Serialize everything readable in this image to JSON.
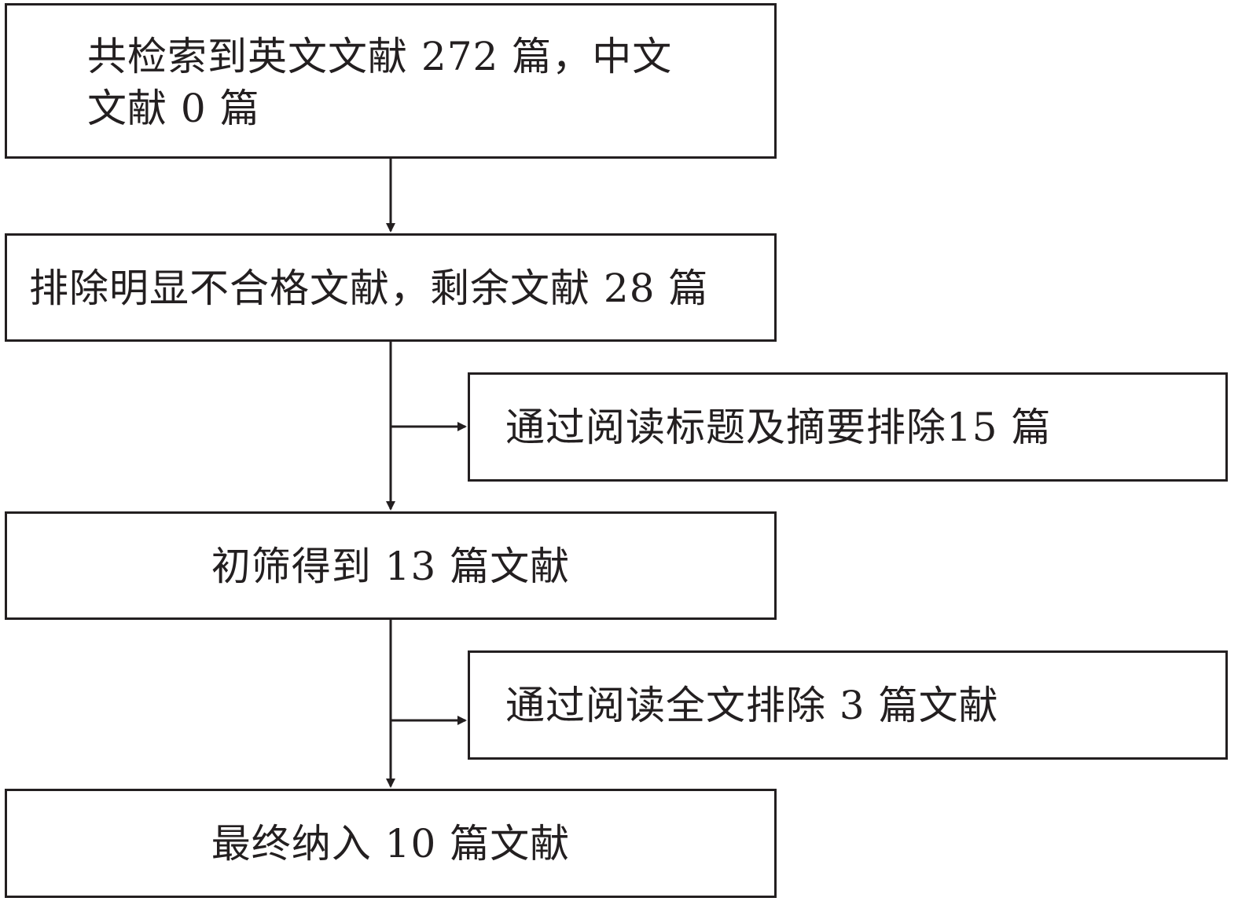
{
  "flow": {
    "step1": "共检索到英文文献 272 篇，中文\n文献 0 篇",
    "step2": "排除明显不合格文献，剩余文献 28 篇",
    "exclude1": "通过阅读标题及摘要排除15 篇",
    "step3": "初筛得到 13 篇文献",
    "exclude2": "通过阅读全文排除 3 篇文献",
    "step4": "最终纳入 10 篇文献"
  },
  "colors": {
    "line": "#231f20",
    "background": "#ffffff"
  }
}
